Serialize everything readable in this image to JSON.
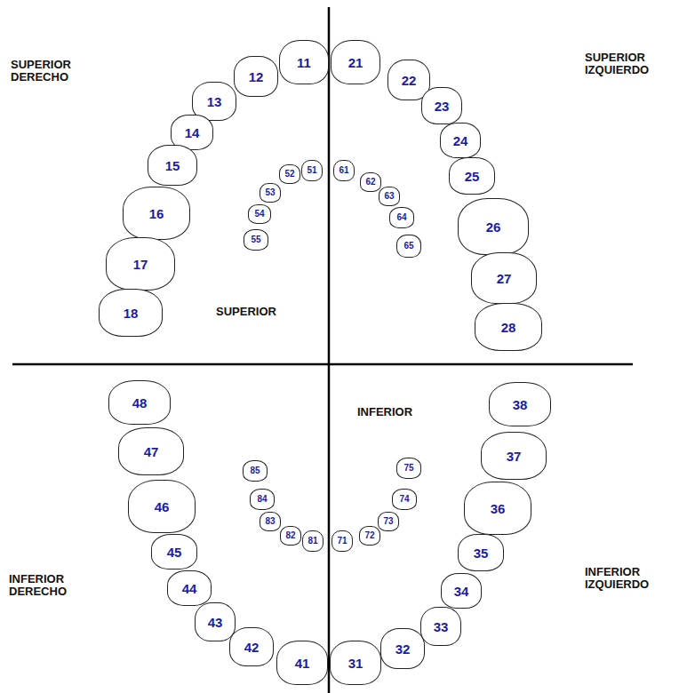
{
  "diagram": {
    "nodes": [
      {
        "text": [
          "11"
        ]
      },
      {
        "text": [
          "12"
        ]
      },
      {
        "text": [
          "13"
        ]
      },
      {
        "text": [
          "14"
        ]
      },
      {
        "text": [
          "15"
        ]
      },
      {
        "text": [
          "16"
        ]
      },
      {
        "text": [
          "17"
        ]
      },
      {
        "text": [
          "18"
        ]
      },
      {
        "text": [
          "21"
        ]
      },
      {
        "text": [
          "22"
        ]
      },
      {
        "text": [
          "23"
        ]
      },
      {
        "text": [
          "24"
        ]
      },
      {
        "text": [
          "25"
        ]
      },
      {
        "text": [
          "26"
        ]
      },
      {
        "text": [
          "27"
        ]
      },
      {
        "text": [
          "28"
        ]
      },
      {
        "text": [
          "51"
        ]
      },
      {
        "text": [
          "52"
        ]
      },
      {
        "text": [
          "53"
        ]
      },
      {
        "text": [
          "54"
        ]
      },
      {
        "text": [
          "55"
        ]
      },
      {
        "text": [
          "61"
        ]
      },
      {
        "text": [
          "62"
        ]
      },
      {
        "text": [
          "63"
        ]
      },
      {
        "text": [
          "64"
        ]
      },
      {
        "text": [
          "65"
        ]
      },
      {
        "text": [
          "48"
        ]
      },
      {
        "text": [
          "47"
        ]
      },
      {
        "text": [
          "46"
        ]
      },
      {
        "text": [
          "45"
        ]
      },
      {
        "text": [
          "44"
        ]
      },
      {
        "text": [
          "43"
        ]
      },
      {
        "text": [
          "42"
        ]
      },
      {
        "text": [
          "41"
        ]
      },
      {
        "text": [
          "31"
        ]
      },
      {
        "text": [
          "32"
        ]
      },
      {
        "text": [
          "33"
        ]
      },
      {
        "text": [
          "34"
        ]
      },
      {
        "text": [
          "35"
        ]
      },
      {
        "text": [
          "36"
        ]
      },
      {
        "text": [
          "37"
        ]
      },
      {
        "text": [
          "38"
        ]
      },
      {
        "text": [
          "85"
        ]
      },
      {
        "text": [
          "84"
        ]
      },
      {
        "text": [
          "83"
        ]
      },
      {
        "text": [
          "82"
        ]
      },
      {
        "text": [
          "81"
        ]
      },
      {
        "text": [
          "71"
        ]
      },
      {
        "text": [
          "72"
        ]
      },
      {
        "text": [
          "73"
        ]
      },
      {
        "text": [
          "74"
        ]
      },
      {
        "text": [
          "75"
        ]
      }
    ],
    "labels": [
      "SUPERIOR DERECHO",
      "SUPERIOR IZQUIERDO",
      "SUPERIOR",
      "INFERIOR",
      "INFERIOR DERECHO",
      "INFERIOR IZQUIERDO"
    ]
  }
}
